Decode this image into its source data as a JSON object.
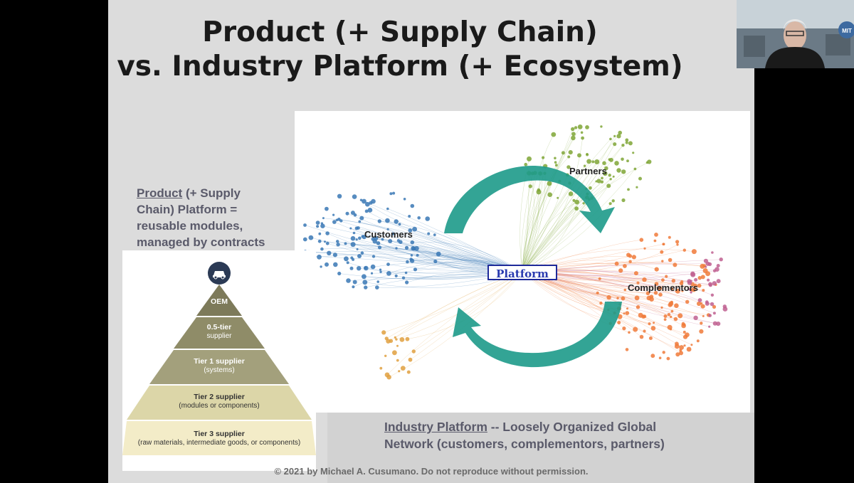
{
  "slide": {
    "title_line1": "Product (+ Supply Chain)",
    "title_line2": "vs. Industry Platform (+ Ecosystem)",
    "copyright": "© 2021 by Michael A. Cusumano. Do not reproduce without permission."
  },
  "product_platform": {
    "heading": "Product",
    "text_line1_rest": " (+ Supply",
    "text_line2": "Chain) Platform =",
    "text_line3": "reusable modules,",
    "text_line4": "managed by contracts"
  },
  "pyramid": {
    "icon": "car-icon",
    "tiers": [
      {
        "title": "OEM",
        "subtitle": ""
      },
      {
        "title": "0.5-tier",
        "subtitle": "supplier"
      },
      {
        "title": "Tier 1 supplier",
        "subtitle": "(systems)"
      },
      {
        "title": "Tier 2 supplier",
        "subtitle": "(modules or components)"
      },
      {
        "title": "Tier 3 supplier",
        "subtitle": "(raw materials, intermediate goods, or components)"
      }
    ]
  },
  "network": {
    "clusters": {
      "customers": "Customers",
      "partners": "Partners",
      "complementors": "Complementors"
    },
    "center_label": "Platform",
    "colors": {
      "customers": "#3a78b5",
      "partners": "#7fa636",
      "complementors": "#f07a3a",
      "extra_pink": "#c06090",
      "extra_orange": "#e0a040",
      "arrow": "#1d9a8a"
    }
  },
  "industry_platform": {
    "heading": "Industry Platform",
    "text_rest": " -- Loosely Organized Global",
    "text_line2": "Network (customers, complementors,  partners)"
  },
  "video": {
    "icon": "presenter-video-thumbnail",
    "badge": "MIT"
  }
}
